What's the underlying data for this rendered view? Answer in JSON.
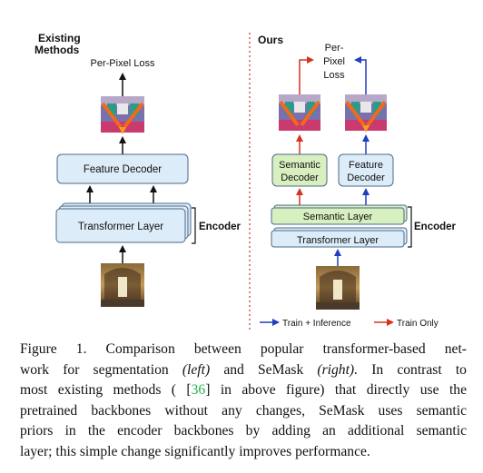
{
  "left": {
    "heading": [
      "Existing",
      "Methods"
    ],
    "loss_label": "Per-Pixel Loss",
    "decoder_label": "Feature Decoder",
    "layer_label": "Transformer Layer",
    "encoder_label": "Encoder"
  },
  "right": {
    "heading": "Ours",
    "loss_label": [
      "Per-",
      "Pixel",
      "Loss"
    ],
    "semantic_decoder_label": [
      "Semantic",
      "Decoder"
    ],
    "feature_decoder_label": [
      "Feature",
      "Decoder"
    ],
    "semantic_layer_label": "Semantic Layer",
    "transformer_layer_label": "Transformer Layer",
    "encoder_label": "Encoder"
  },
  "legend": {
    "blue_label": "Train + Inference",
    "red_label": "Train Only"
  },
  "colors": {
    "blue_arrow": "#1f3fbf",
    "red_arrow": "#d6321c",
    "box_blue": "#dcecf8",
    "box_green": "#d8efc0",
    "box_border": "#4a6a8a"
  },
  "caption": {
    "l1_a": "Figure 1.  Comparison between popular transformer-based net-",
    "l2_a": "work for segmentation ",
    "l2_b": "(left)",
    "l2_c": " and SeMask ",
    "l2_d": "(right).",
    "l2_e": "  In contrast to",
    "l3_a": "most existing methods ( [",
    "l3_ref": "36",
    "l3_b": "] in above figure) that directly use the",
    "l4": "pretrained backbones without any changes, SeMask uses semantic",
    "l5": "priors in the encoder backbones by adding an additional semantic",
    "l6": "layer; this simple change significantly improves performance."
  }
}
